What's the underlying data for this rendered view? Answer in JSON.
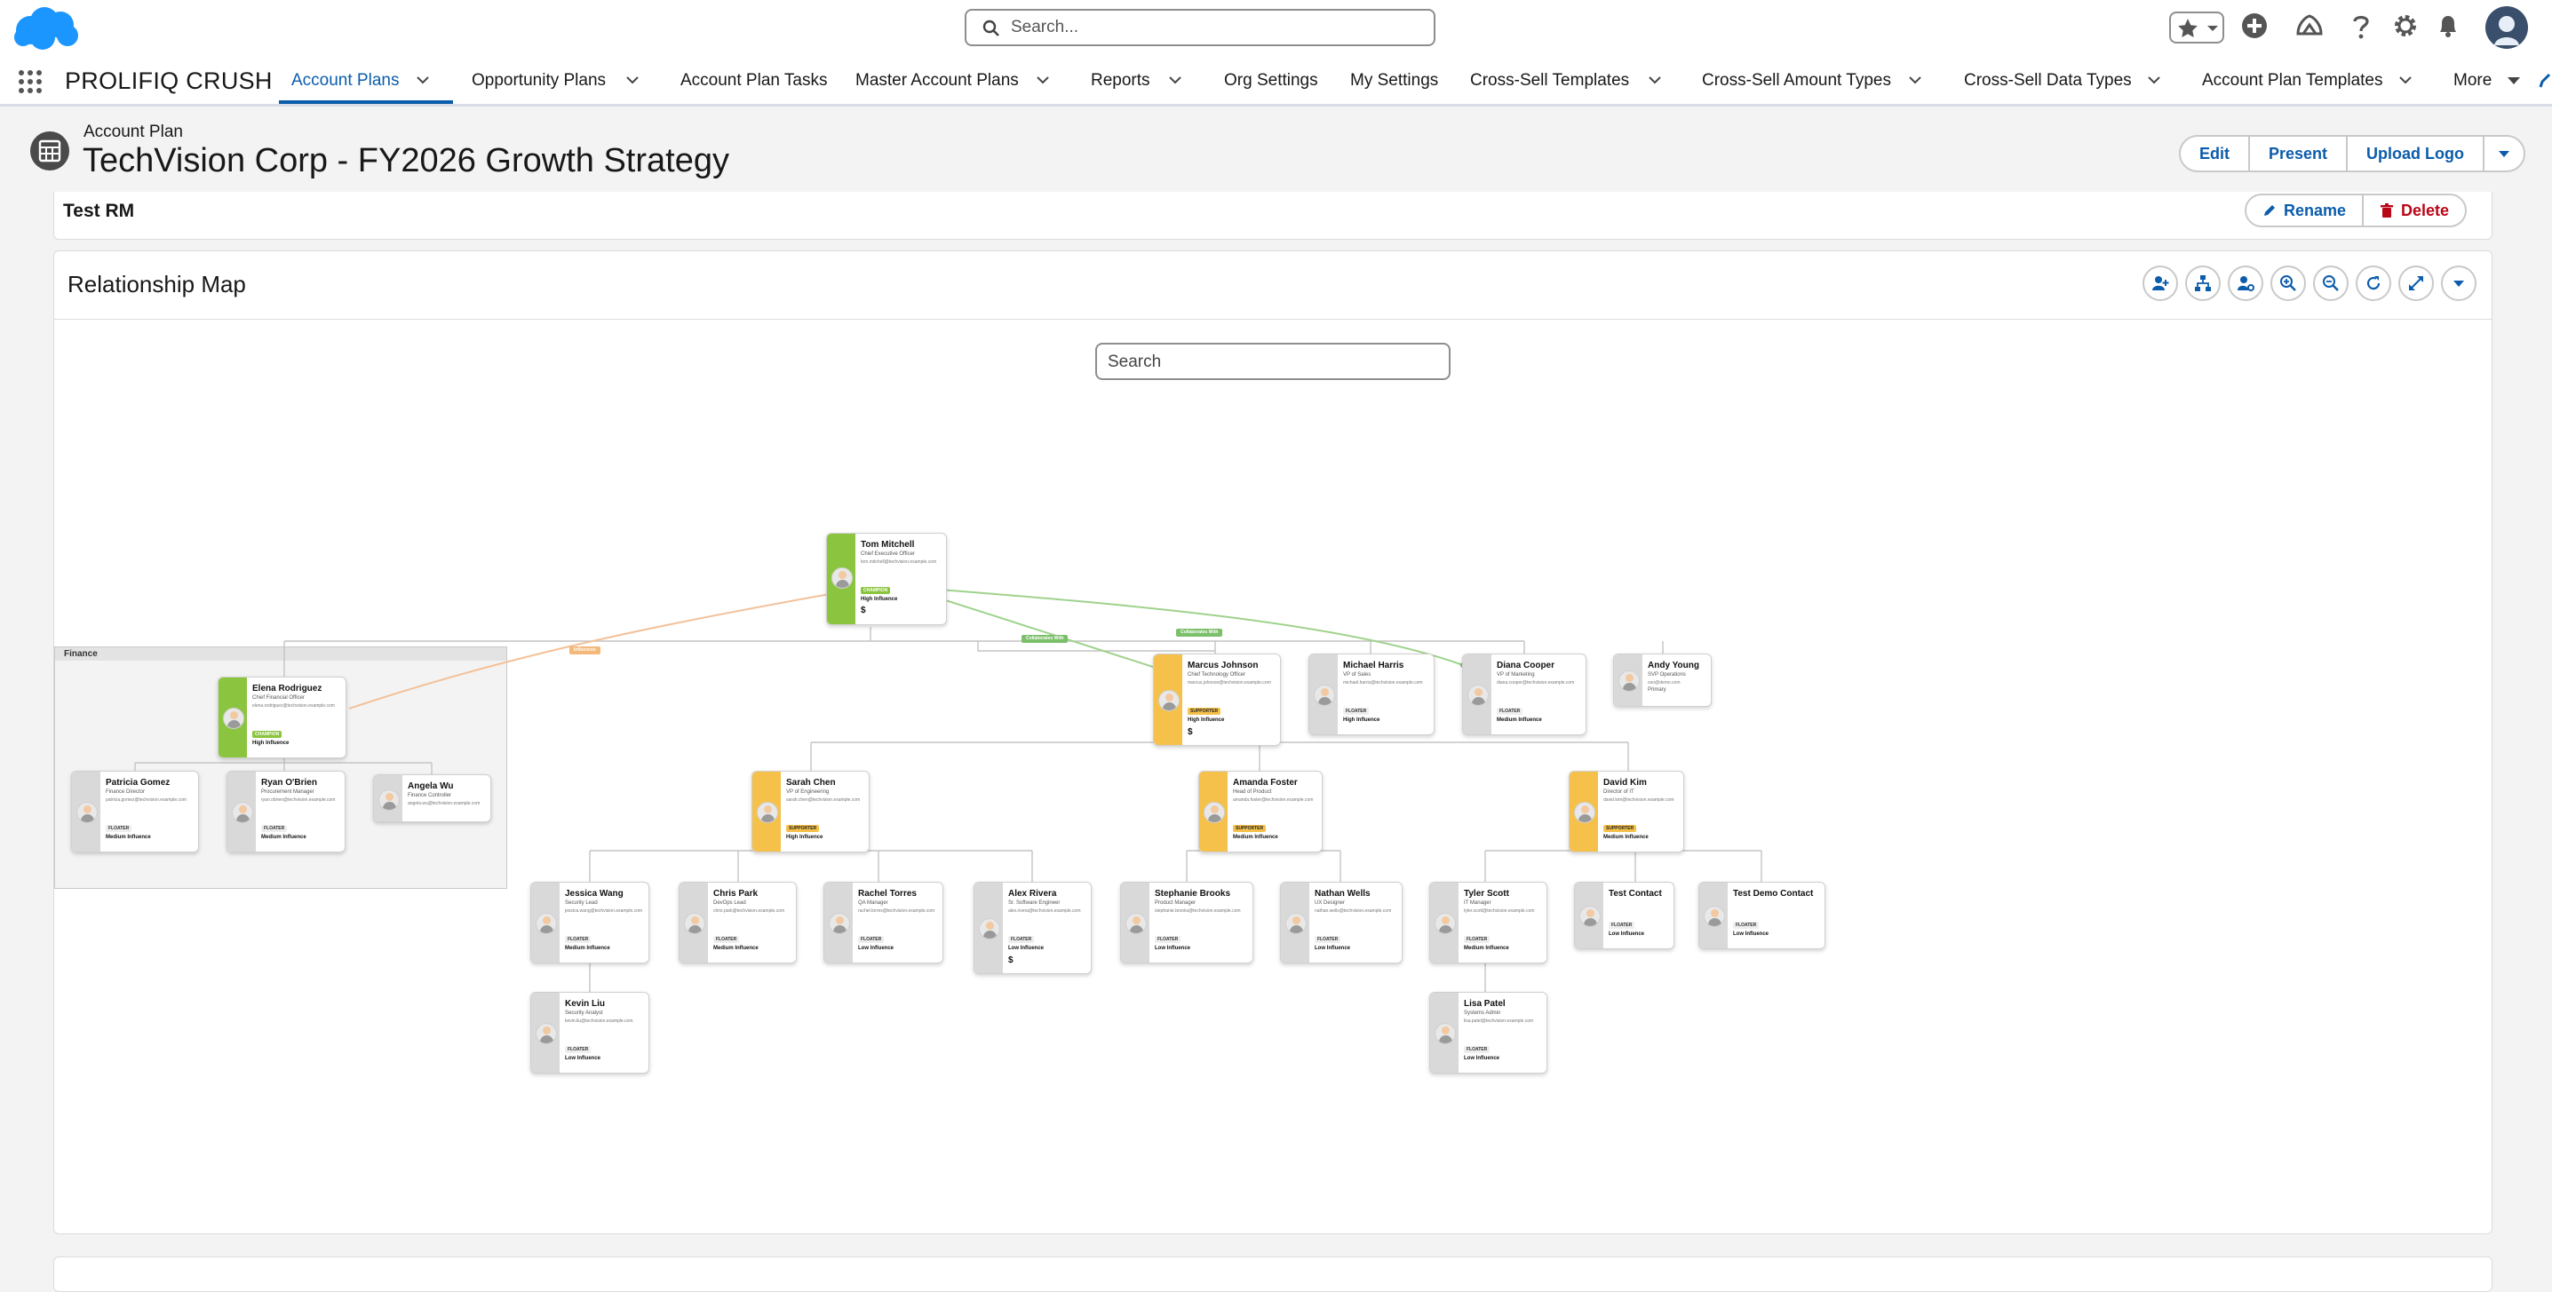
{
  "global_header": {
    "search_placeholder": "Search...",
    "icons": [
      "favorites-icon",
      "add-icon",
      "trailhead-icon",
      "help-icon",
      "settings-icon",
      "notifications-icon"
    ]
  },
  "nav": {
    "app_name": "PROLIFIQ CRUSH",
    "items": [
      {
        "label": "Account Plans",
        "active": true,
        "dropdown": true
      },
      {
        "label": "Opportunity Plans",
        "dropdown": true
      },
      {
        "label": "Account Plan Tasks",
        "dropdown": false
      },
      {
        "label": "Master Account Plans",
        "dropdown": true
      },
      {
        "label": "Reports",
        "dropdown": true
      },
      {
        "label": "Org Settings",
        "dropdown": false
      },
      {
        "label": "My Settings",
        "dropdown": false
      },
      {
        "label": "Cross-Sell Templates",
        "dropdown": true
      },
      {
        "label": "Cross-Sell Amount Types",
        "dropdown": true
      },
      {
        "label": "Cross-Sell Data Types",
        "dropdown": true
      },
      {
        "label": "Account Plan Templates",
        "dropdown": true
      },
      {
        "label": "More",
        "dropdown": true
      }
    ]
  },
  "record": {
    "type_label": "Account Plan",
    "title": "TechVision Corp - FY2026 Growth Strategy",
    "actions": [
      "Edit",
      "Present",
      "Upload Logo"
    ]
  },
  "rm_card": {
    "title": "Test RM",
    "rename_label": "Rename",
    "delete_label": "Delete"
  },
  "map": {
    "title": "Relationship Map",
    "search_placeholder": "Search",
    "group_label": "Finance",
    "tools": [
      "add-contact-icon",
      "hierarchy-icon",
      "user-settings-icon",
      "zoom-in-icon",
      "zoom-out-icon",
      "refresh-icon",
      "expand-icon",
      "chevron-down-icon"
    ],
    "edge_labels": [
      "Influences",
      "Collaborates With",
      "Collaborates With"
    ],
    "nodes": [
      {
        "name": "Tom Mitchell",
        "title": "Chief Executive Officer",
        "email": "tom.mitchell@techvision.example.com",
        "badge": "CHAMPION",
        "influence": "High Influence",
        "dollar": "$",
        "color": "green"
      },
      {
        "name": "Elena Rodriguez",
        "title": "Chief Financial Officer",
        "email": "elena.rodriguez@techvision.example.com",
        "badge": "CHAMPION",
        "influence": "High Influence",
        "color": "green"
      },
      {
        "name": "Marcus Johnson",
        "title": "Chief Technology Officer",
        "email": "marcus.johnson@techvision.example.com",
        "badge": "SUPPORTER",
        "influence": "High Influence",
        "dollar": "$",
        "color": "yellow"
      },
      {
        "name": "Michael Harris",
        "title": "VP of Sales",
        "email": "michael.harris@techvision.example.com",
        "badge": "FLOATER",
        "influence": "High Influence",
        "color": "grey"
      },
      {
        "name": "Diana Cooper",
        "title": "VP of Marketing",
        "email": "diana.cooper@techvision.example.com",
        "badge": "FLOATER",
        "influence": "Medium Influence",
        "color": "grey"
      },
      {
        "name": "Andy Young",
        "title": "SVP Operations",
        "email": "ceo@demo.com",
        "badge": "",
        "influence": "Primary",
        "color": "grey"
      },
      {
        "name": "Patricia Gomez",
        "title": "Finance Director",
        "email": "patricia.gomez@techvision.example.com",
        "badge": "FLOATER",
        "influence": "Medium Influence",
        "color": "grey"
      },
      {
        "name": "Ryan O'Brien",
        "title": "Procurement Manager",
        "email": "ryan.obrien@techvision.example.com",
        "badge": "FLOATER",
        "influence": "Medium Influence",
        "color": "grey"
      },
      {
        "name": "Angela Wu",
        "title": "Finance Controller",
        "email": "angela.wu@techvision.example.com",
        "badge": "",
        "influence": "",
        "color": "grey"
      },
      {
        "name": "Sarah Chen",
        "title": "VP of Engineering",
        "email": "sarah.chen@techvision.example.com",
        "badge": "SUPPORTER",
        "influence": "High Influence",
        "color": "yellow"
      },
      {
        "name": "Amanda Foster",
        "title": "Head of Product",
        "email": "amanda.foster@techvision.example.com",
        "badge": "SUPPORTER",
        "influence": "Medium Influence",
        "color": "yellow"
      },
      {
        "name": "David Kim",
        "title": "Director of IT",
        "email": "david.kim@techvision.example.com",
        "badge": "SUPPORTER",
        "influence": "Medium Influence",
        "color": "yellow"
      },
      {
        "name": "Jessica Wang",
        "title": "Security Lead",
        "email": "jessica.wang@techvision.example.com",
        "badge": "FLOATER",
        "influence": "Medium Influence",
        "color": "grey"
      },
      {
        "name": "Chris Park",
        "title": "DevOps Lead",
        "email": "chris.park@techvision.example.com",
        "badge": "FLOATER",
        "influence": "Medium Influence",
        "color": "grey"
      },
      {
        "name": "Rachel Torres",
        "title": "QA Manager",
        "email": "rachel.torres@techvision.example.com",
        "badge": "FLOATER",
        "influence": "Low Influence",
        "color": "grey"
      },
      {
        "name": "Alex Rivera",
        "title": "Sr. Software Engineer",
        "email": "alex.rivera@techvision.example.com",
        "badge": "FLOATER",
        "influence": "Low Influence",
        "dollar": "$",
        "color": "grey"
      },
      {
        "name": "Stephanie Brooks",
        "title": "Product Manager",
        "email": "stephanie.brooks@techvision.example.com",
        "badge": "FLOATER",
        "influence": "Low Influence",
        "color": "grey"
      },
      {
        "name": "Nathan Wells",
        "title": "UX Designer",
        "email": "nathan.wells@techvision.example.com",
        "badge": "FLOATER",
        "influence": "Low Influence",
        "color": "grey"
      },
      {
        "name": "Tyler Scott",
        "title": "IT Manager",
        "email": "tyler.scott@techvision.example.com",
        "badge": "FLOATER",
        "influence": "Medium Influence",
        "color": "grey"
      },
      {
        "name": "Test Contact",
        "title": "",
        "email": "",
        "badge": "FLOATER",
        "influence": "Low Influence",
        "color": "grey"
      },
      {
        "name": "Test Demo Contact",
        "title": "",
        "email": "",
        "badge": "FLOATER",
        "influence": "Low Influence",
        "color": "grey"
      },
      {
        "name": "Kevin Liu",
        "title": "Security Analyst",
        "email": "kevin.liu@techvision.example.com",
        "badge": "FLOATER",
        "influence": "Low Influence",
        "color": "grey"
      },
      {
        "name": "Lisa Patel",
        "title": "Systems Admin",
        "email": "lisa.patel@techvision.example.com",
        "badge": "FLOATER",
        "influence": "Low Influence",
        "color": "grey"
      }
    ]
  },
  "colors": {
    "brand_blue": "#0b5cab",
    "champion": "#8bc53f",
    "supporter": "#f5c14b",
    "floater": "#d9d9d9",
    "delete_red": "#ba0517"
  }
}
